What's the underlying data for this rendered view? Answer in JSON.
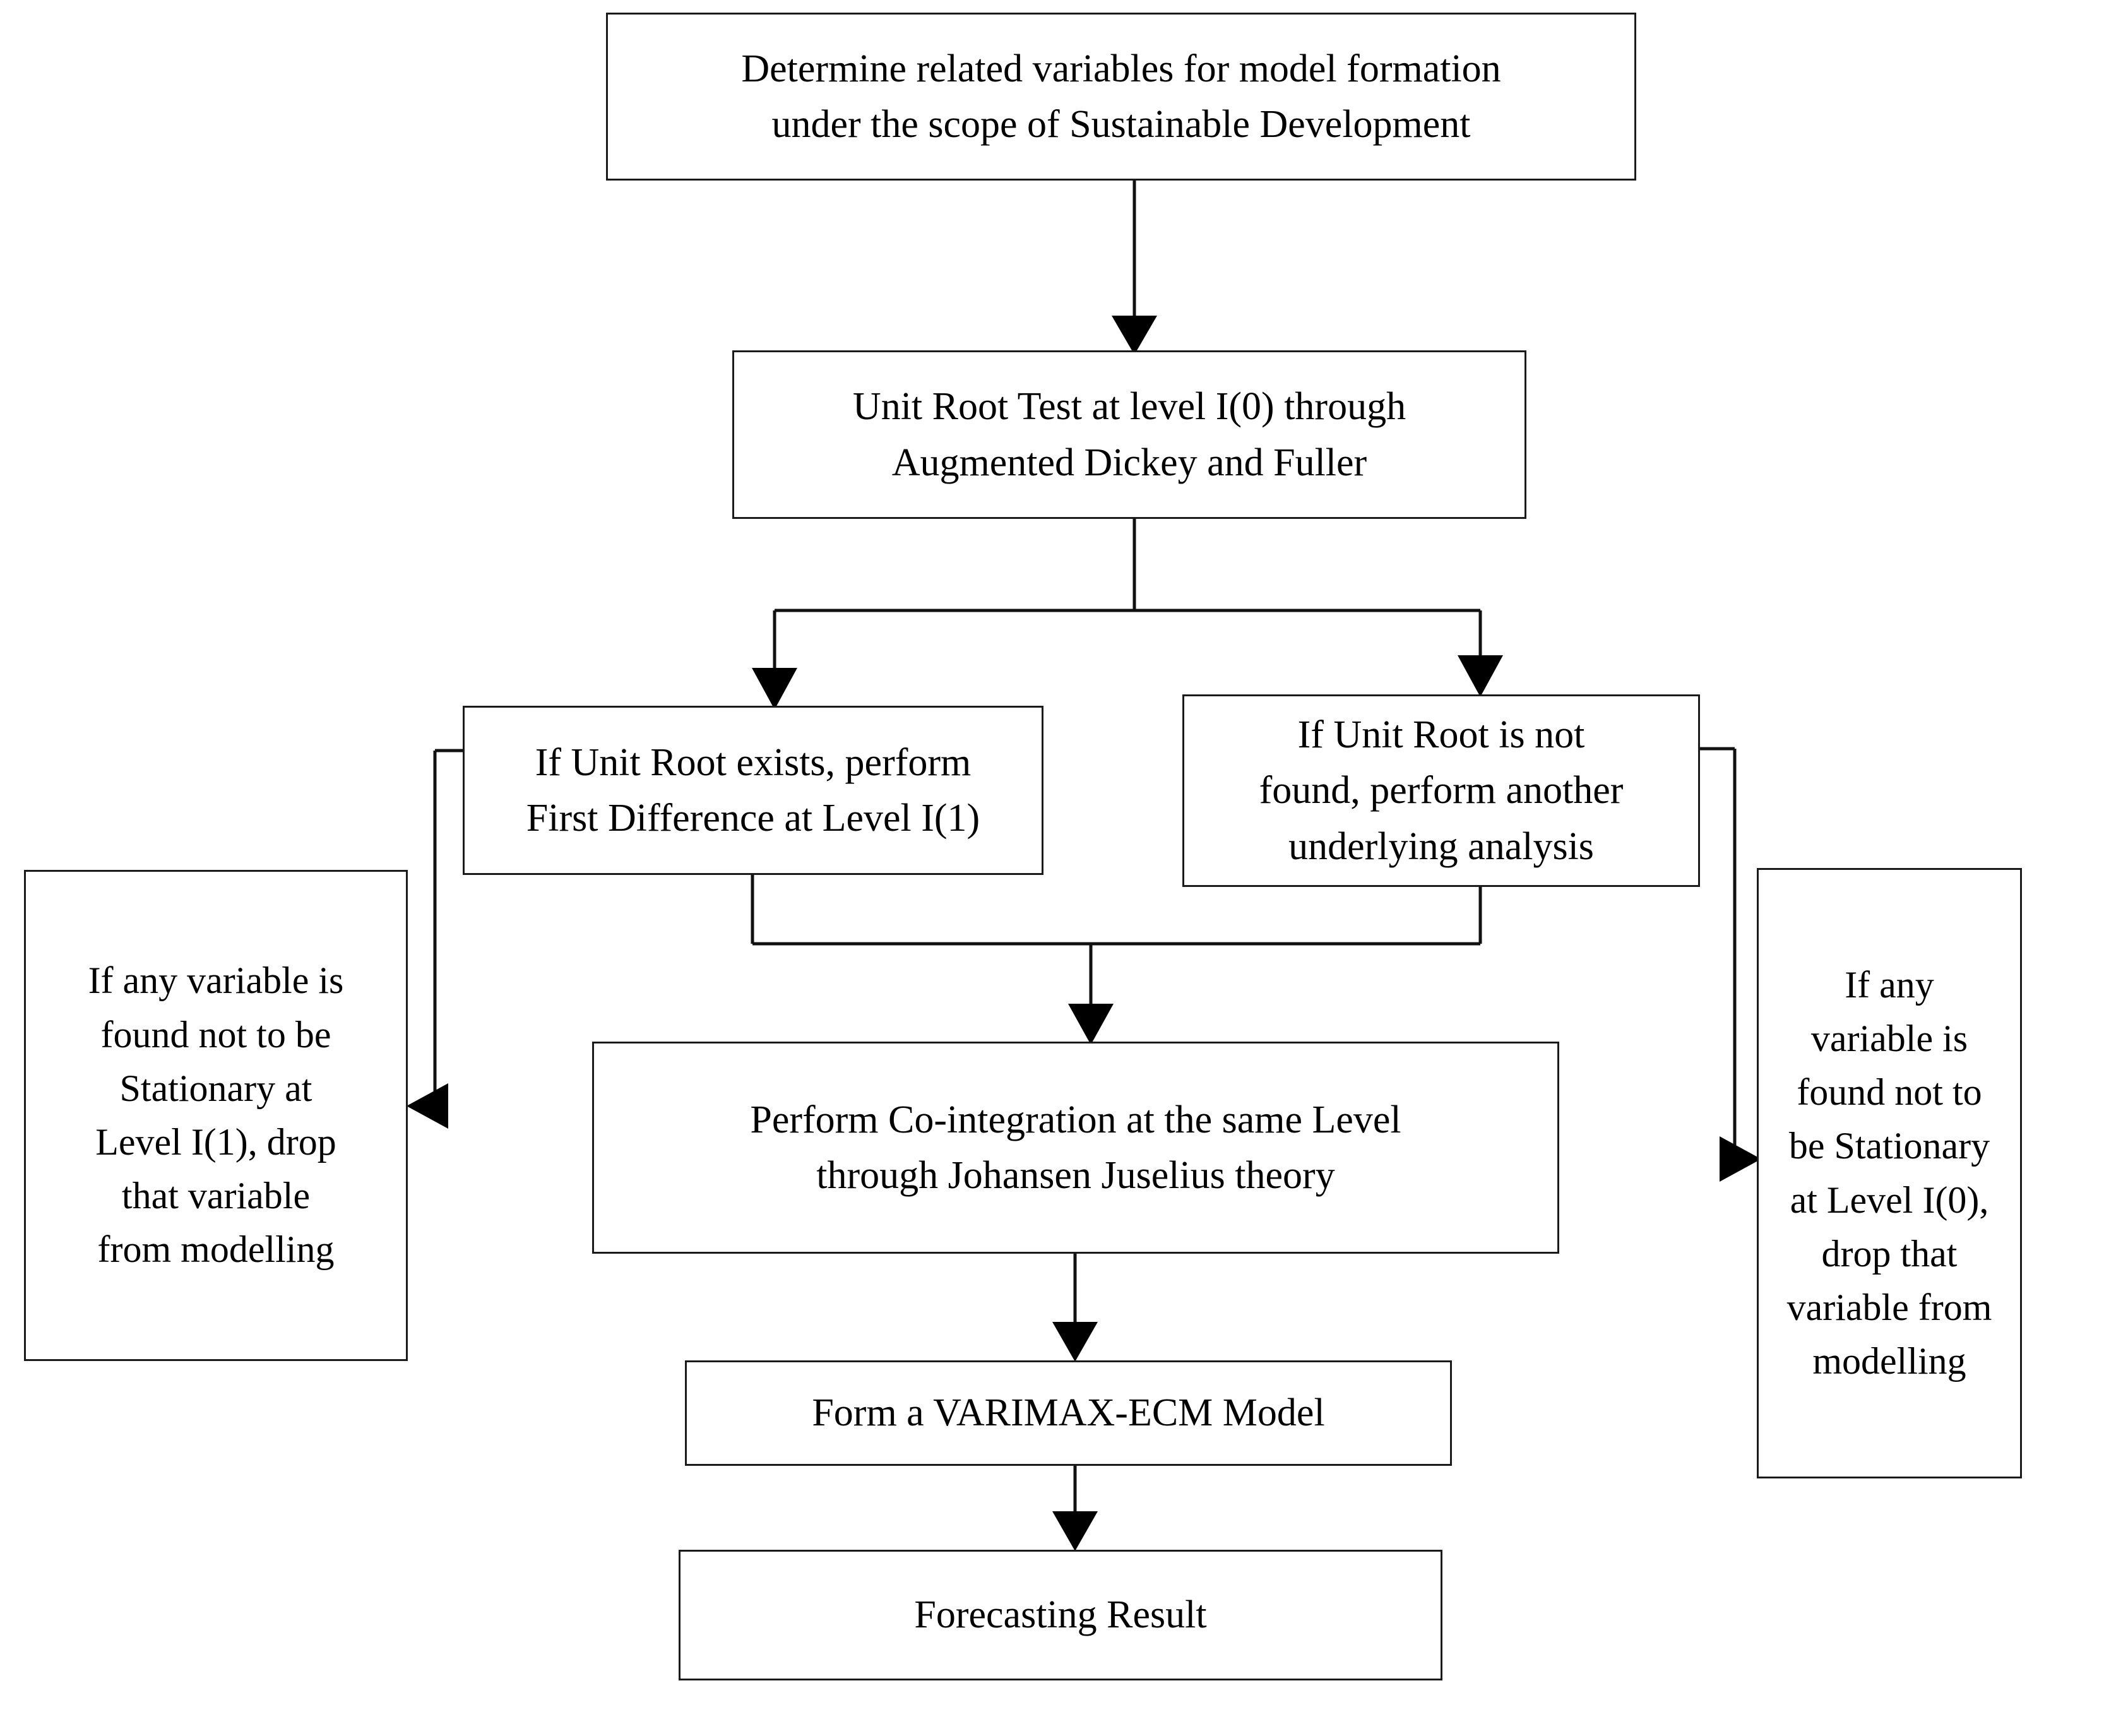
{
  "diagram": {
    "type": "flowchart",
    "title": "Methodology flowchart for VARIMAX-ECM model formation",
    "orientation": "top-to-bottom",
    "line_color": "#111111",
    "box_border_color": "#1a1a1a",
    "background_color": "#ffffff"
  },
  "nodes": {
    "determine": {
      "id": "determine-variables",
      "label": "Determine related variables for model formation\nunder the scope of Sustainable Development"
    },
    "unit_root": {
      "id": "unit-root-test",
      "label": "Unit Root Test at level I(0) through\nAugmented Dickey and Fuller"
    },
    "if_exists": {
      "id": "if-unit-root-exists",
      "label": "If Unit Root exists, perform\nFirst Difference at Level I(1)"
    },
    "if_not_found": {
      "id": "if-unit-root-not-found",
      "label": "If Unit Root is not\nfound, perform another\nunderlying analysis"
    },
    "drop_i1": {
      "id": "drop-variable-level-i1",
      "label": "If any variable is\nfound not to be\nStationary at\nLevel I(1), drop\nthat variable\nfrom modelling"
    },
    "drop_i0": {
      "id": "drop-variable-level-i0",
      "label": "If any\nvariable is\nfound not to\nbe Stationary\nat Level I(0),\ndrop that\nvariable from\nmodelling"
    },
    "cointegration": {
      "id": "perform-cointegration",
      "label": "Perform Co-integration at the same Level\nthrough Johansen Juselius theory"
    },
    "varimax": {
      "id": "form-varimax-ecm-model",
      "label": "Form a VARIMAX-ECM Model"
    },
    "forecast": {
      "id": "forecasting-result",
      "label": "Forecasting Result"
    }
  },
  "edges": [
    {
      "id": "e1",
      "from": "determine",
      "to": "unit_root",
      "style": "straight-down",
      "arrow": "down"
    },
    {
      "id": "e2",
      "from": "unit_root",
      "to": "if_exists",
      "style": "split-left",
      "arrow": "down"
    },
    {
      "id": "e3",
      "from": "unit_root",
      "to": "if_not_found",
      "style": "split-right",
      "arrow": "down"
    },
    {
      "id": "e4",
      "from": "if_exists",
      "to": "drop_i1",
      "style": "elbow-left",
      "arrow": "left"
    },
    {
      "id": "e5",
      "from": "if_not_found",
      "to": "drop_i0",
      "style": "elbow-right",
      "arrow": "right"
    },
    {
      "id": "e6",
      "from": "if_exists",
      "to": "cointegration",
      "style": "merge-down",
      "arrow": "down"
    },
    {
      "id": "e7",
      "from": "if_not_found",
      "to": "cointegration",
      "style": "merge-down",
      "arrow": "down"
    },
    {
      "id": "e8",
      "from": "cointegration",
      "to": "varimax",
      "style": "straight-down",
      "arrow": "down"
    },
    {
      "id": "e9",
      "from": "varimax",
      "to": "forecast",
      "style": "straight-down",
      "arrow": "down"
    }
  ]
}
